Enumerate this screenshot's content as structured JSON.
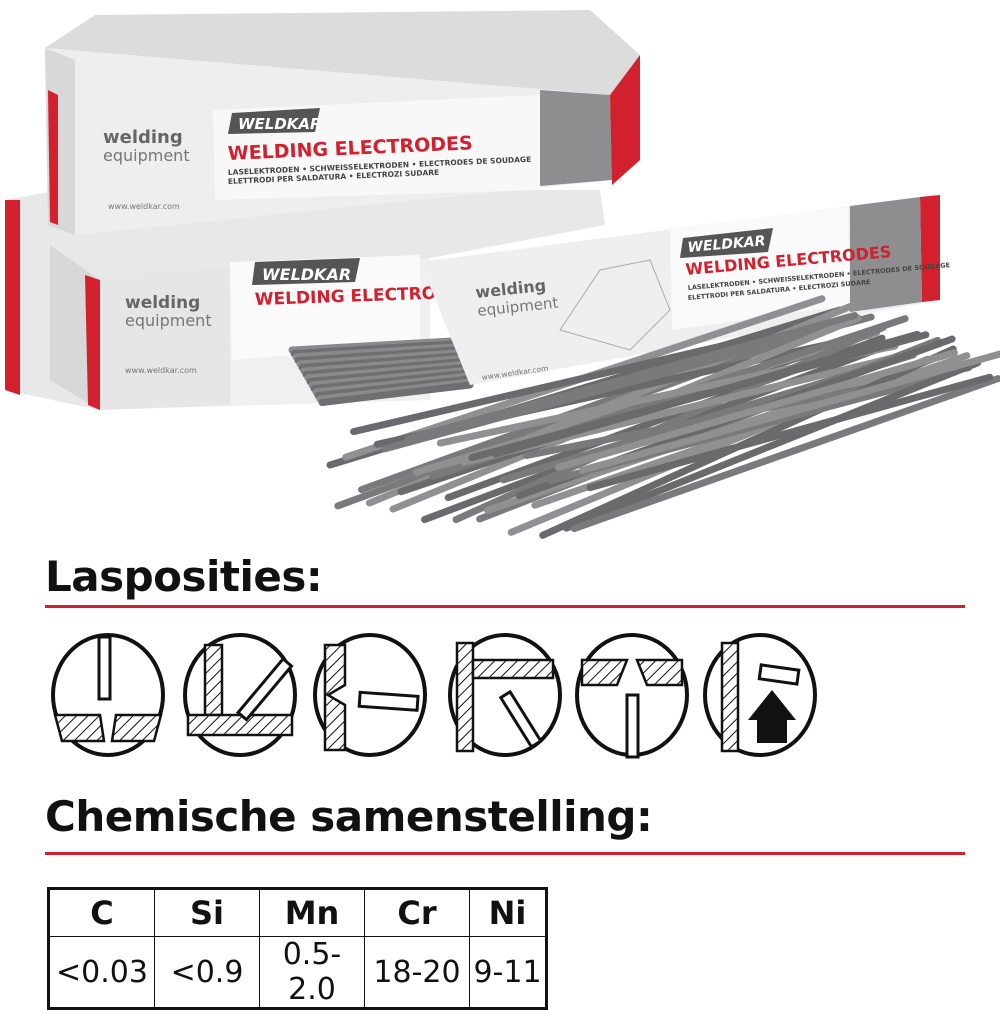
{
  "product_photo": {
    "brand": "WELDKAR",
    "product_title": "WELDING ELECTRODES",
    "subtitle_line1": "LASELEKTRODEN • SCHWEISSELEKTRODEN • ELECTRODES DE SOUDAGE",
    "subtitle_line2": "ELETTRODI PER SALDATURA • ELECTROZI SUDARE",
    "tagline_bold": "welding",
    "tagline_light": "equipment",
    "website": "www.weldkar.com",
    "colors": {
      "accent": "#d3202e",
      "box_gray": "#8e8e90",
      "box_light": "#ececec",
      "rod": "#7a7a7c"
    }
  },
  "sections": {
    "positions_title": "Lasposities:",
    "composition_title": "Chemische samenstelling:"
  },
  "welding_positions": [
    "flat-position-icon",
    "horizontal-vertical-fillet-icon",
    "horizontal-position-icon",
    "overhead-fillet-icon",
    "overhead-position-icon",
    "vertical-up-position-icon"
  ],
  "composition_table": {
    "headers": [
      "C",
      "Si",
      "Mn",
      "Cr",
      "Ni"
    ],
    "values": [
      "<0.03",
      "<0.9",
      "0.5-2.0",
      "18-20",
      "9-11"
    ]
  }
}
